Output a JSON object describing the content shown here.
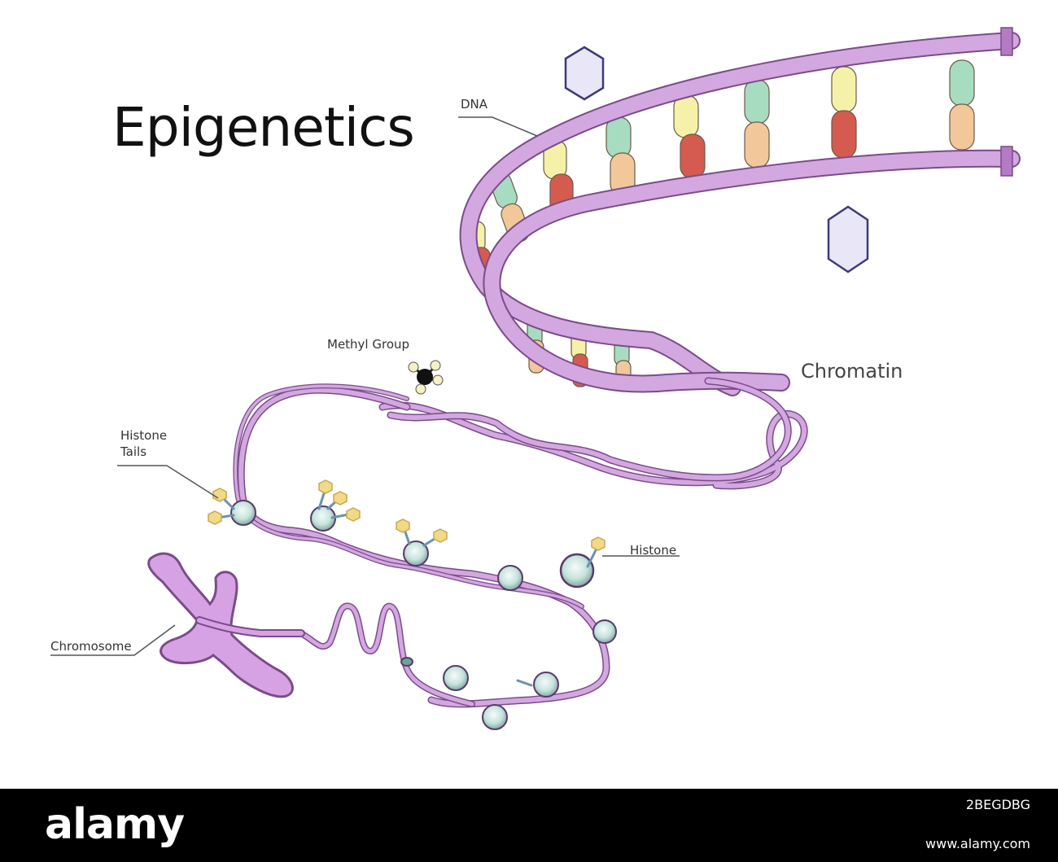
{
  "title": "Epigenetics",
  "labels": {
    "dna": "DNA",
    "methyl_group": "Methyl Group",
    "chromatin": "Chromatin",
    "histone_tails_line1": "Histone",
    "histone_tails_line2": "Tails",
    "histone": "Histone",
    "chromosome": "Chromosome"
  },
  "footer": {
    "brand": "alamy",
    "image_id": "2BEGDBG",
    "url": "www.alamy.com"
  },
  "colors": {
    "strand": "#cf9fdc",
    "strand_dark": "#9a6aaa",
    "histone": "#c8e6e0",
    "tail": "#f1d98a",
    "crystal": "#e9e6f8"
  }
}
